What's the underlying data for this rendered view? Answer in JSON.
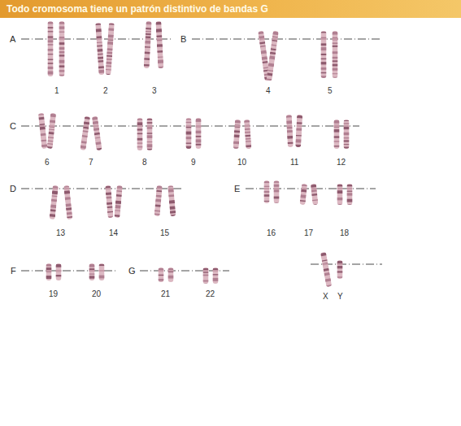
{
  "diagram": {
    "title": "Todo cromosoma tiene un patrón distintivo de bandas G",
    "labels": [
      "A",
      "1",
      "2",
      "3",
      "B",
      "4",
      "5",
      "C",
      "6",
      "7",
      "8",
      "9",
      "10",
      "11",
      "12",
      "D",
      "13",
      "14",
      "15",
      "E",
      "16",
      "17",
      "18",
      "F",
      "19",
      "20",
      "G",
      "21",
      "22",
      "X",
      "Y"
    ]
  }
}
